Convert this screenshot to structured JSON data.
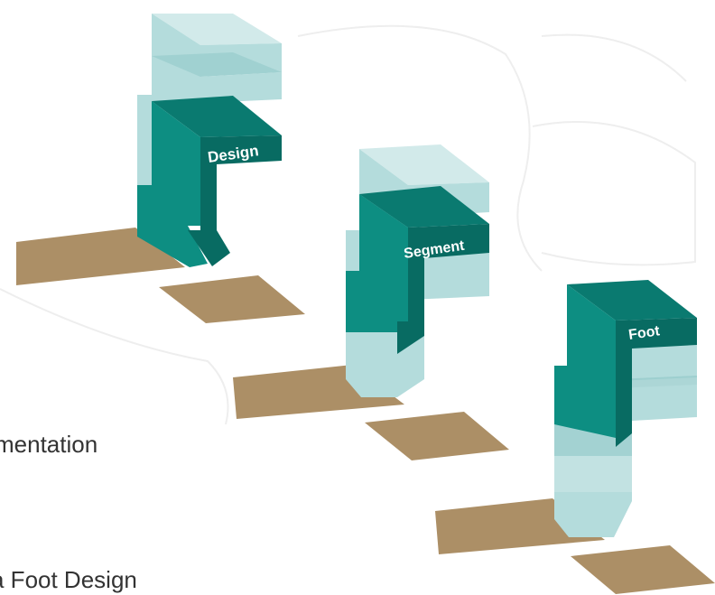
{
  "labels": {
    "design": "Design",
    "segment": "Segment",
    "foot": "Foot"
  },
  "side_text": {
    "line1": "mentation",
    "line2": "a Foot Design"
  },
  "colors": {
    "teal_front": "#0d8e82",
    "teal_top": "#0a7a70",
    "teal_dark": "#086b62",
    "ghost_front": "#b4dcdc",
    "ghost_top": "#d2eaea",
    "ghost_mid": "#97cccc",
    "plate": "#ac8f66",
    "label_text": "#ffffff",
    "body_text": "#333333"
  }
}
